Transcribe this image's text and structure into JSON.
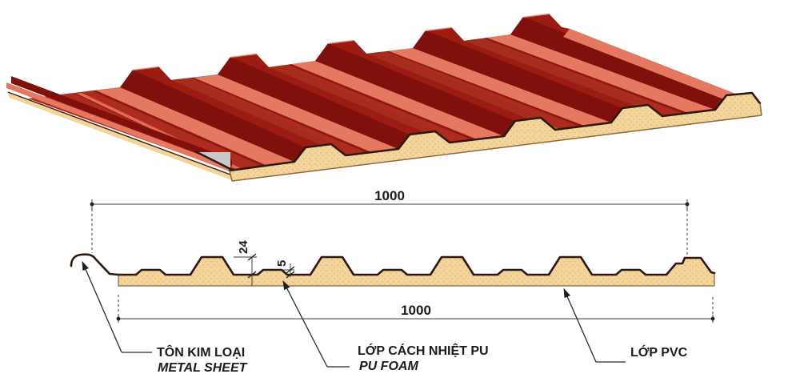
{
  "diagram": {
    "type": "insulated corrugated roof panel technical drawing",
    "views": [
      "3d-perspective-panel",
      "cross-section-profile"
    ],
    "dims": {
      "top_width": "1000",
      "bottom_width": "1000",
      "rib_height": "24",
      "stiffener_height": "5"
    },
    "labels": {
      "metal_sheet_vi": "TÔN KIM LOẠI",
      "metal_sheet_en": "METAL SHEET",
      "pu_foam_vi": "LỚP CÁCH NHIỆT PU",
      "pu_foam_en": "PU FOAM",
      "pvc_vi": "LỚP PVC"
    },
    "colors": {
      "red_medium": "#AD2B1F",
      "red_dark": "#7F100B",
      "red_crest": "#9C1B12",
      "red_slope": "#A62C1E",
      "salmon": "#E57860",
      "salmon_light": "#E8907C",
      "foam": "#F3D49A",
      "foam_dot": "#D8A963",
      "foam_shade": "#E9C386",
      "gray_underside": "#C9C9C9",
      "outline": "#2E1810",
      "line": "#3C3C3C",
      "text": "#1B1B1B"
    }
  }
}
